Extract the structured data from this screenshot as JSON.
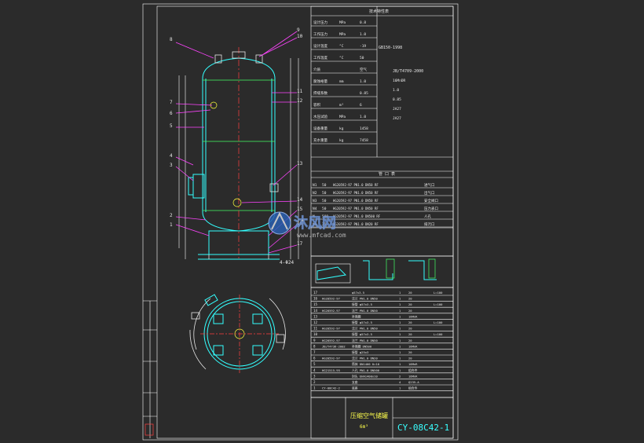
{
  "drawing": {
    "number": "CY-08C42-1",
    "title_cn": "压缩空气储罐",
    "volume": "6m³",
    "accent_color": "#33ffff",
    "frame_color": "#ffffff",
    "background": "#2b2b2b"
  },
  "watermark": {
    "brand": "沐风网",
    "url": "www.mfcad.com"
  },
  "callouts": {
    "left": [
      "8",
      "7",
      "6",
      "5",
      "4",
      "3",
      "2",
      "1"
    ],
    "right": [
      "9",
      "10",
      "11",
      "12",
      "13",
      "14",
      "15",
      "16",
      "17"
    ],
    "base_note": "4-Φ24"
  },
  "design_table": {
    "header": "技术特性表",
    "rows": [
      [
        "设计压力",
        "MPa",
        "0.8"
      ],
      [
        "工作压力",
        "MPa",
        "1.0"
      ],
      [
        "设计温度",
        "°C",
        "-19"
      ],
      [
        "工作温度",
        "°C",
        "50"
      ],
      [
        "介质",
        "",
        "空气"
      ],
      [
        "腐蚀裕量",
        "mm",
        "1.0"
      ],
      [
        "焊缝系数",
        "",
        "0.85"
      ],
      [
        "容积",
        "m³",
        "6"
      ],
      [
        "水压试验",
        "MPa",
        "1.0"
      ],
      [
        "设备重量",
        "kg",
        "1458"
      ],
      [
        "充水重量",
        "kg",
        "7458"
      ]
    ],
    "std": "GB150-1998",
    "std2": "JB/T4709-2000",
    "col_right": [
      "16MnDR",
      "1.0",
      "0.85",
      "JA27",
      "JA27"
    ]
  },
  "nozzle_table": {
    "header": "管 口 表",
    "rows": [
      [
        "N1",
        "50",
        "HG20592-97 PN1.0 DN50 RF",
        "进气口"
      ],
      [
        "N2",
        "50",
        "HG20592-97 PN1.0 DN50 RF",
        "出气口"
      ],
      [
        "N3",
        "50",
        "HG20592-97 PN1.0 DN50 RF",
        "安全阀口"
      ],
      [
        "N4",
        "50",
        "HG20592-97 PN1.0 DN50 RF",
        "压力表口"
      ],
      [
        "M",
        "500",
        "HG20592-97 PN1.0 DN500 RF",
        "人孔"
      ],
      [
        "N5",
        "20",
        "HG20592-97 PN1.0 DN20 RF",
        "排污口"
      ]
    ]
  },
  "parts_list": {
    "rows": [
      [
        "17",
        "",
        "φ57x3.5",
        "1",
        "20",
        "L=100"
      ],
      [
        "16",
        "HG20592-97",
        "法兰 PN1.0 DN50",
        "1",
        "20"
      ],
      [
        "15",
        "",
        "接管 φ57x3.5",
        "1",
        "20",
        "L=100"
      ],
      [
        "14",
        "HG20592-97",
        "法兰 PN1.0 DN50",
        "1",
        "20"
      ],
      [
        "13",
        "",
        "补强圈",
        "1",
        "16MnR"
      ],
      [
        "12",
        "",
        "接管 φ57x3.5",
        "1",
        "20",
        "L=100"
      ],
      [
        "11",
        "HG20592-97",
        "法兰 PN1.0 DN50",
        "1",
        "20"
      ],
      [
        "10",
        "",
        "接管 φ57x3.5",
        "1",
        "20",
        "L=100"
      ],
      [
        "9",
        "HG20592-97",
        "法兰 PN1.0 DN50",
        "1",
        "20"
      ],
      [
        "8",
        "JB/T4736-2002",
        "补强圈 DN500",
        "1",
        "16MnR"
      ],
      [
        "7",
        "",
        "接管 φ25x3",
        "1",
        "20"
      ],
      [
        "6",
        "HG20592-97",
        "法兰 PN1.0 DN20",
        "1",
        "20"
      ],
      [
        "5",
        "",
        "筒体 DN1400 δ=10",
        "1",
        "16MnR"
      ],
      [
        "4",
        "HG21515-95",
        "人孔 PN1.0 DN500",
        "1",
        "组合件"
      ],
      [
        "3",
        "",
        "封头 EHA1400x10",
        "2",
        "16MnR"
      ],
      [
        "2",
        "",
        "支座",
        "4",
        "Q235-A"
      ],
      [
        "1",
        "CY-08C42-2",
        "底座",
        "1",
        "组合件"
      ]
    ]
  }
}
